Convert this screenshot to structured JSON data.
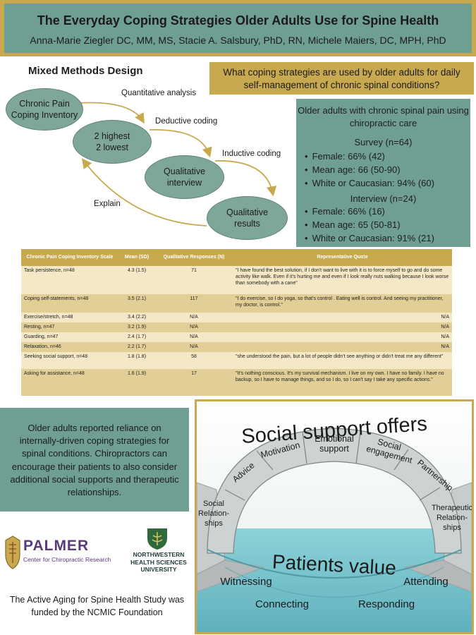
{
  "header": {
    "title": "The Everyday Coping Strategies Older Adults Use for Spine Health",
    "authors": "Anna-Marie Ziegler DC, MM, MS, Stacie A. Salsbury, PhD, RN,  Michele Maiers, DC, MPH, PhD"
  },
  "methods": {
    "title": "Mixed Methods Design",
    "nodes": [
      "Chronic Pain Coping Inventory",
      "2 highest 2 lowest",
      "Qualitative interview",
      "Qualitative results"
    ],
    "node_lines": [
      [
        "Chronic Pain",
        "Coping Inventory"
      ],
      [
        "2 highest",
        "2 lowest"
      ],
      [
        "Qualitative",
        "interview"
      ],
      [
        "Qualitative",
        "results"
      ]
    ],
    "arrows": [
      "Quantitative analysis",
      "Deductive coding",
      "Inductive coding",
      "Explain"
    ]
  },
  "question": "What coping strategies are used by  older adults for daily self-management of chronic spinal conditions?",
  "participants": {
    "heading": "Older adults with chronic spinal pain using  chiropractic care",
    "survey_title": "Survey (n=64)",
    "survey": [
      "Female: 66% (42)",
      "Mean age: 66 (50-90)",
      "White or Caucasian: 94% (60)"
    ],
    "interview_title": "Interview (n=24)",
    "interview": [
      "Female: 66% (16)",
      "Mean age: 65 (50-81)",
      "White or Caucasian: 91% (21)"
    ]
  },
  "table": {
    "headers": [
      "Chronic Pain Coping Inventory Scale",
      "Mean (SD)",
      "Qualitative Responses (N)",
      "Representative Quote"
    ],
    "rows": [
      [
        "Task persistence, n=48",
        "4.3 (1.5)",
        "71",
        "\"I have found the best solution, if I don't want to live with it is to force myself to go and do some activity like walk. Even if it's hurting me and even if I look really nuts walking because I look worse than somebody with a cane\""
      ],
      [
        "Coping self-statements, n=48",
        "3.5 (2.1)",
        "117",
        "\"I do exercise, so I do yoga, so that's control . Eating well is control. And seeing my practitioner, my doctor, is control.\""
      ],
      [
        "Exercise/stretch, n=48",
        "3.4 (2.2)",
        "N/A",
        "N/A"
      ],
      [
        "Resting, n=47",
        "3.2 (1.9)",
        "N/A",
        "N/A"
      ],
      [
        "Guarding, n=47",
        "2.4 (1.7)",
        "N/A",
        "N/A"
      ],
      [
        "Relaxation, n=46",
        "2.2 (1.7)",
        "N/A",
        "N/A"
      ],
      [
        "Seeking social support, n=48",
        "1.8 (1.8)",
        "58",
        "\"she understood the pain, but a lot of people didn't see anything or didn't treat me any different\""
      ],
      [
        "Asking for assistance, n=48",
        "1.6 (1.9)",
        "17",
        "\"It's nothing conscious. It's my survival mechanism. I live on my own. I have no family. I have no backup, so I have to manage things, and so I do, so I can't say I take any specific actions.\""
      ]
    ]
  },
  "conclusion": "Older adults reported reliance on internally-driven coping strategies for spinal conditions. Chiropractors can encourage their patients to also consider additional social supports and therapeutic relationships.",
  "logos": {
    "palmer": "PALMER",
    "palmer_sub": "Center for Chiropractic Research",
    "northwestern_lines": [
      "NORTHWESTERN",
      "HEALTH SCIENCES",
      "UNIVERSITY"
    ]
  },
  "funding": "The Active Aging for Spine Health Study was funded by the NCMIC Foundation",
  "bridge": {
    "title": "Social support offers",
    "stones": [
      "Advice",
      "Motivation",
      "Emotional support",
      "Social engagement",
      "Partnership"
    ],
    "left_base_lines": [
      "Social",
      "Relation-",
      "ships"
    ],
    "right_base_lines": [
      "Therapeutic",
      "Relation-",
      "ships"
    ],
    "water_title": "Patients value",
    "values": [
      "Witnessing",
      "Attending",
      "Connecting",
      "Responding"
    ]
  },
  "colors": {
    "gold": "#c9a94f",
    "teal": "#6f9e93",
    "node": "#7fa69b",
    "water": "#7cc6cf"
  }
}
